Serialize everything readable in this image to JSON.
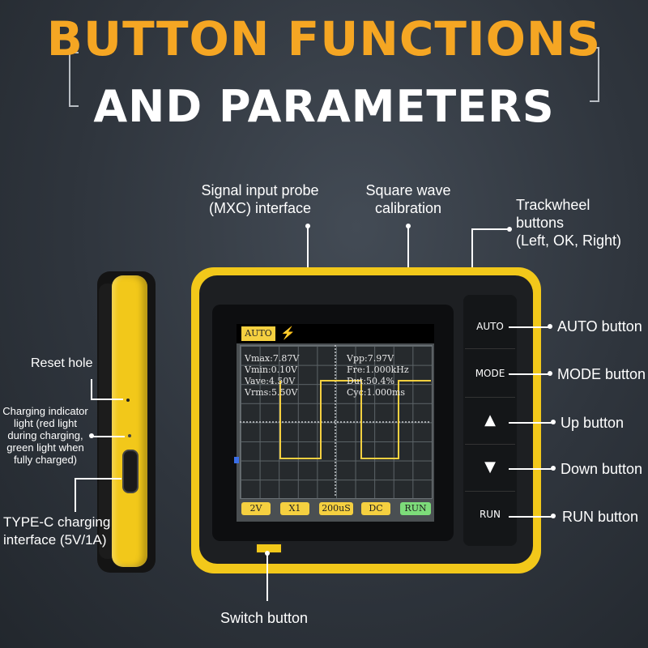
{
  "heading": {
    "line1": "BUTTON FUNCTIONS",
    "line2": "AND PARAMETERS"
  },
  "top_labels": {
    "signal_input": [
      "Signal input probe",
      "(MXC) interface"
    ],
    "square_wave": [
      "Square wave",
      "calibration"
    ],
    "trackwheel": [
      "Trackwheel",
      "buttons",
      "(Left, OK, Right)"
    ]
  },
  "left_labels": {
    "reset_hole": "Reset hole",
    "charging_indicator": [
      "Charging indicator",
      "light (red light",
      "during charging,",
      "green light when",
      "fully charged)"
    ],
    "type_c": [
      "TYPE-C charging",
      "interface (5V/1A)"
    ]
  },
  "right_labels": {
    "auto_button": "AUTO button",
    "mode_button": "MODE button",
    "up_button": "Up button",
    "down_button": "Down button",
    "run_button": "RUN button"
  },
  "bottom_label": "Switch button",
  "device": {
    "screen_top_tag": "AUTO",
    "bolt_icon": "⚡",
    "measurements": {
      "vmax": "Vmax:7.87V",
      "vmin": "Vmin:0.10V",
      "vave": "Vave:4.50V",
      "vrms": "Vrms:5.50V",
      "vpp": "Vpp:7.97V",
      "fre": "Fre:1.000kHz",
      "dut": "Dut:50.4%",
      "cyc": "Cyc:1.000ms"
    },
    "bottom_buttons": [
      "2V",
      "X1",
      "200uS",
      "DC",
      "RUN"
    ],
    "side_buttons": {
      "auto": "AUTO",
      "mode": "MODE",
      "up": "▲",
      "down": "▼",
      "run": "RUN"
    }
  },
  "colors": {
    "accent": "#f5a623",
    "device_yellow": "#f2c81a",
    "waveform": "#f5d040",
    "run_green": "#7ddc7a"
  }
}
